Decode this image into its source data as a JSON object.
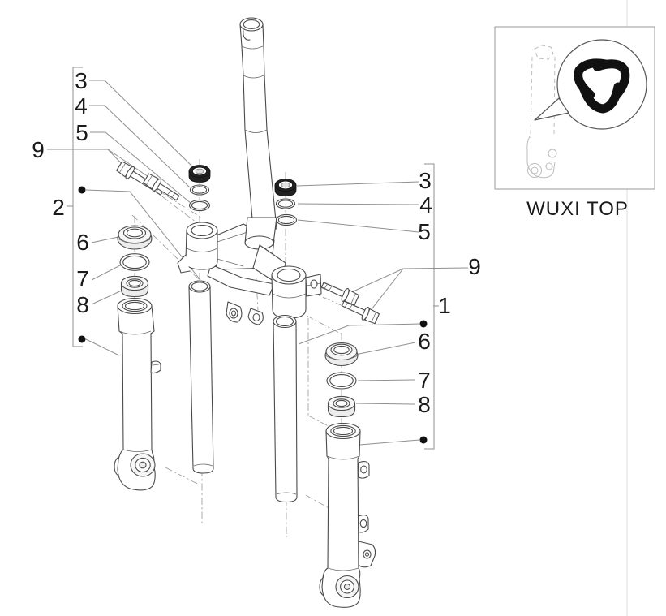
{
  "page": {
    "background": "#ffffff"
  },
  "callouts": {
    "left": [
      {
        "label": "3"
      },
      {
        "label": "4"
      },
      {
        "label": "5"
      },
      {
        "label": "9"
      },
      {
        "label": "2"
      },
      {
        "label": "6"
      },
      {
        "label": "7"
      },
      {
        "label": "8"
      }
    ],
    "right": [
      {
        "label": "3"
      },
      {
        "label": "4"
      },
      {
        "label": "5"
      },
      {
        "label": "9"
      },
      {
        "label": "1"
      },
      {
        "label": "6"
      },
      {
        "label": "7"
      },
      {
        "label": "8"
      }
    ]
  },
  "inset": {
    "caption": "WUXI TOP",
    "logo_color": "#111111"
  },
  "colors": {
    "line": "#4a4a4a",
    "leader": "#8f8f8f",
    "label": "#1a1a1a",
    "cap_dark": "#222222",
    "page_edge": "#e9e9e9"
  }
}
